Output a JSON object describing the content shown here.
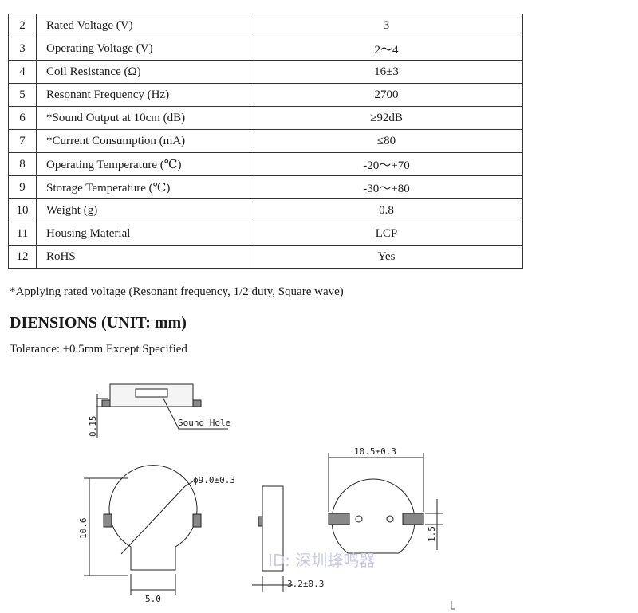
{
  "specs": [
    {
      "no": "2",
      "param": "Rated Voltage (V)",
      "value": "3"
    },
    {
      "no": "3",
      "param": "Operating Voltage (V)",
      "value": "2～4"
    },
    {
      "no": "4",
      "param": "Coil Resistance (Ω)",
      "value": "16±3"
    },
    {
      "no": "5",
      "param": "Resonant Frequency (Hz)",
      "value": "2700"
    },
    {
      "no": "6",
      "param": "*Sound Output at 10cm (dB)",
      "value": "≥92dB"
    },
    {
      "no": "7",
      "param": "*Current Consumption (mA)",
      "value": "≤80"
    },
    {
      "no": "8",
      "param": "Operating Temperature (℃)",
      "value": "-20～+70"
    },
    {
      "no": "9",
      "param": "Storage Temperature (℃)",
      "value": "-30～+80"
    },
    {
      "no": "10",
      "param": "Weight (g)",
      "value": "0.8"
    },
    {
      "no": "11",
      "param": "Housing Material",
      "value": "LCP"
    },
    {
      "no": "12",
      "param": "RoHS",
      "value": "Yes"
    }
  ],
  "note": "*Applying rated voltage (Resonant frequency, 1/2 duty, Square wave)",
  "section_title": "DIENSIONS (UNIT: mm)",
  "tolerance": "Tolerance: ±0.5mm Except Specified",
  "drawing": {
    "dim_015": "0.15",
    "sound_hole": "Sound Hole",
    "dia": "ϕ9.0±0.3",
    "height": "10.6",
    "width_bottom": "5.0",
    "thickness": "3.2±0.3",
    "width_right": "10.5±0.3",
    "pad_height": "1.5",
    "watermark": "ID: 深圳蜂鸣器"
  }
}
